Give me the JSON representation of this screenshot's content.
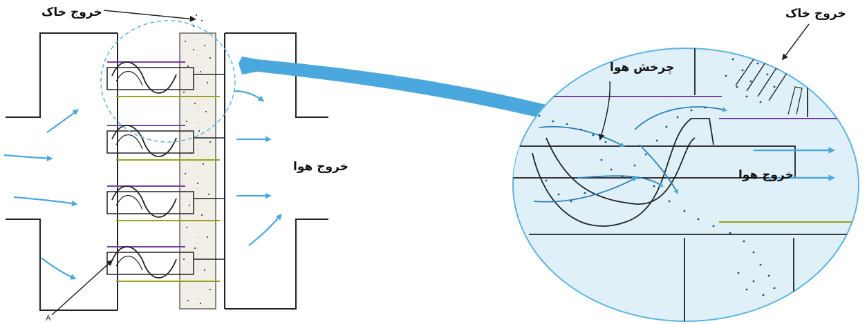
{
  "labels": {
    "dust_exit_left": "خروج خاک",
    "air_exit_left": "خروج هوا",
    "dust_exit_right": "خروج خاک",
    "air_swirl": "چرخش هوا",
    "air_exit_right": "خروج هوا",
    "marker_a": "A"
  },
  "colors": {
    "flow_arrow": "#4aa8de",
    "zoom_fill": "#dff0f8",
    "zoom_border": "#5ab4e0",
    "outline": "#222222"
  }
}
